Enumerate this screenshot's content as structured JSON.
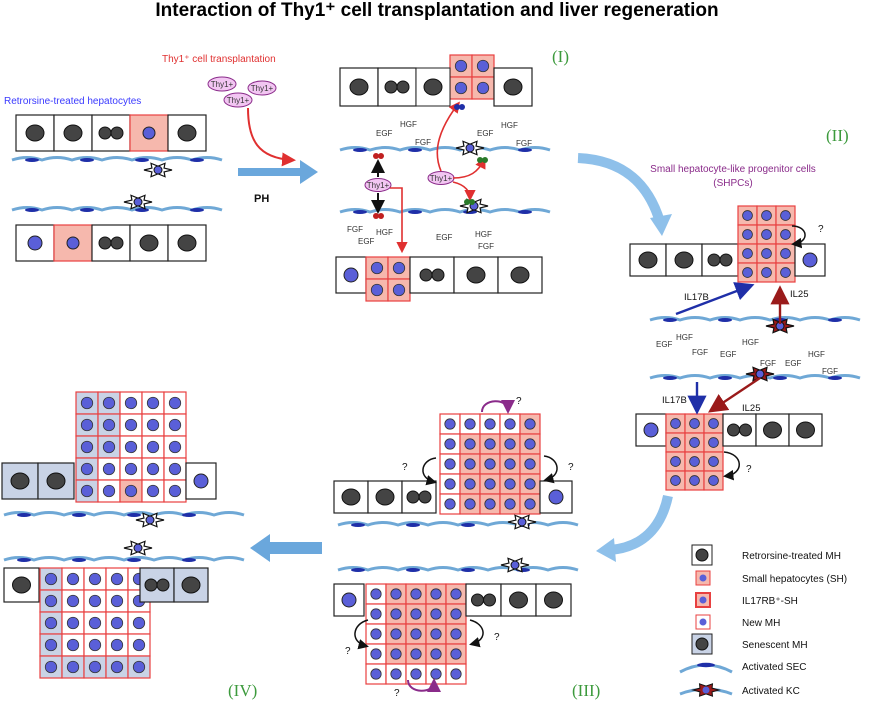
{
  "title": "Interaction of Thy1⁺ cell transplantation and liver regeneration",
  "labels": {
    "retrorsine": "Retrorsine-treated hepatocytes",
    "transplant": "Thy1⁺ cell transplantation",
    "ph": "PH",
    "shpc_line1": "Small hepatocyte-like progenitor cells",
    "shpc_line2": "(SHPCs)",
    "thy1": "Thy1+",
    "il17b": "IL17B",
    "il25": "IL25",
    "egf": "EGF",
    "hgf": "HGF",
    "fgf": "FGF",
    "q": "?"
  },
  "stages": [
    "(I)",
    "(II)",
    "(III)",
    "(IV)"
  ],
  "legend": [
    {
      "label": "Retrorsine-treated MH",
      "icon": "mature-hepatocyte-icon"
    },
    {
      "label": "Small hepatocytes (SH)",
      "icon": "small-hepatocyte-icon"
    },
    {
      "label": "IL17RB⁺-SH",
      "icon": "il17rb-sh-icon"
    },
    {
      "label": "New MH",
      "icon": "new-mh-icon"
    },
    {
      "label": "Senescent MH",
      "icon": "senescent-mh-icon"
    },
    {
      "label": "Activated SEC",
      "icon": "activated-sec-icon"
    },
    {
      "label": "Activated KC",
      "icon": "activated-kc-icon"
    }
  ],
  "colors": {
    "sh_fill": "#f6b8ad",
    "sh_border": "#e84040",
    "nucleus": "#5a5fd8",
    "senescent": "#c9d3e6",
    "mh_nucleus": "#444444",
    "sec": "#6fa8d6",
    "stage_label": "#3c9a3c",
    "arrow_blue": "#1f2fa8",
    "arrow_red": "#9a1a1a",
    "big_arrow": "#6aa7dc"
  }
}
